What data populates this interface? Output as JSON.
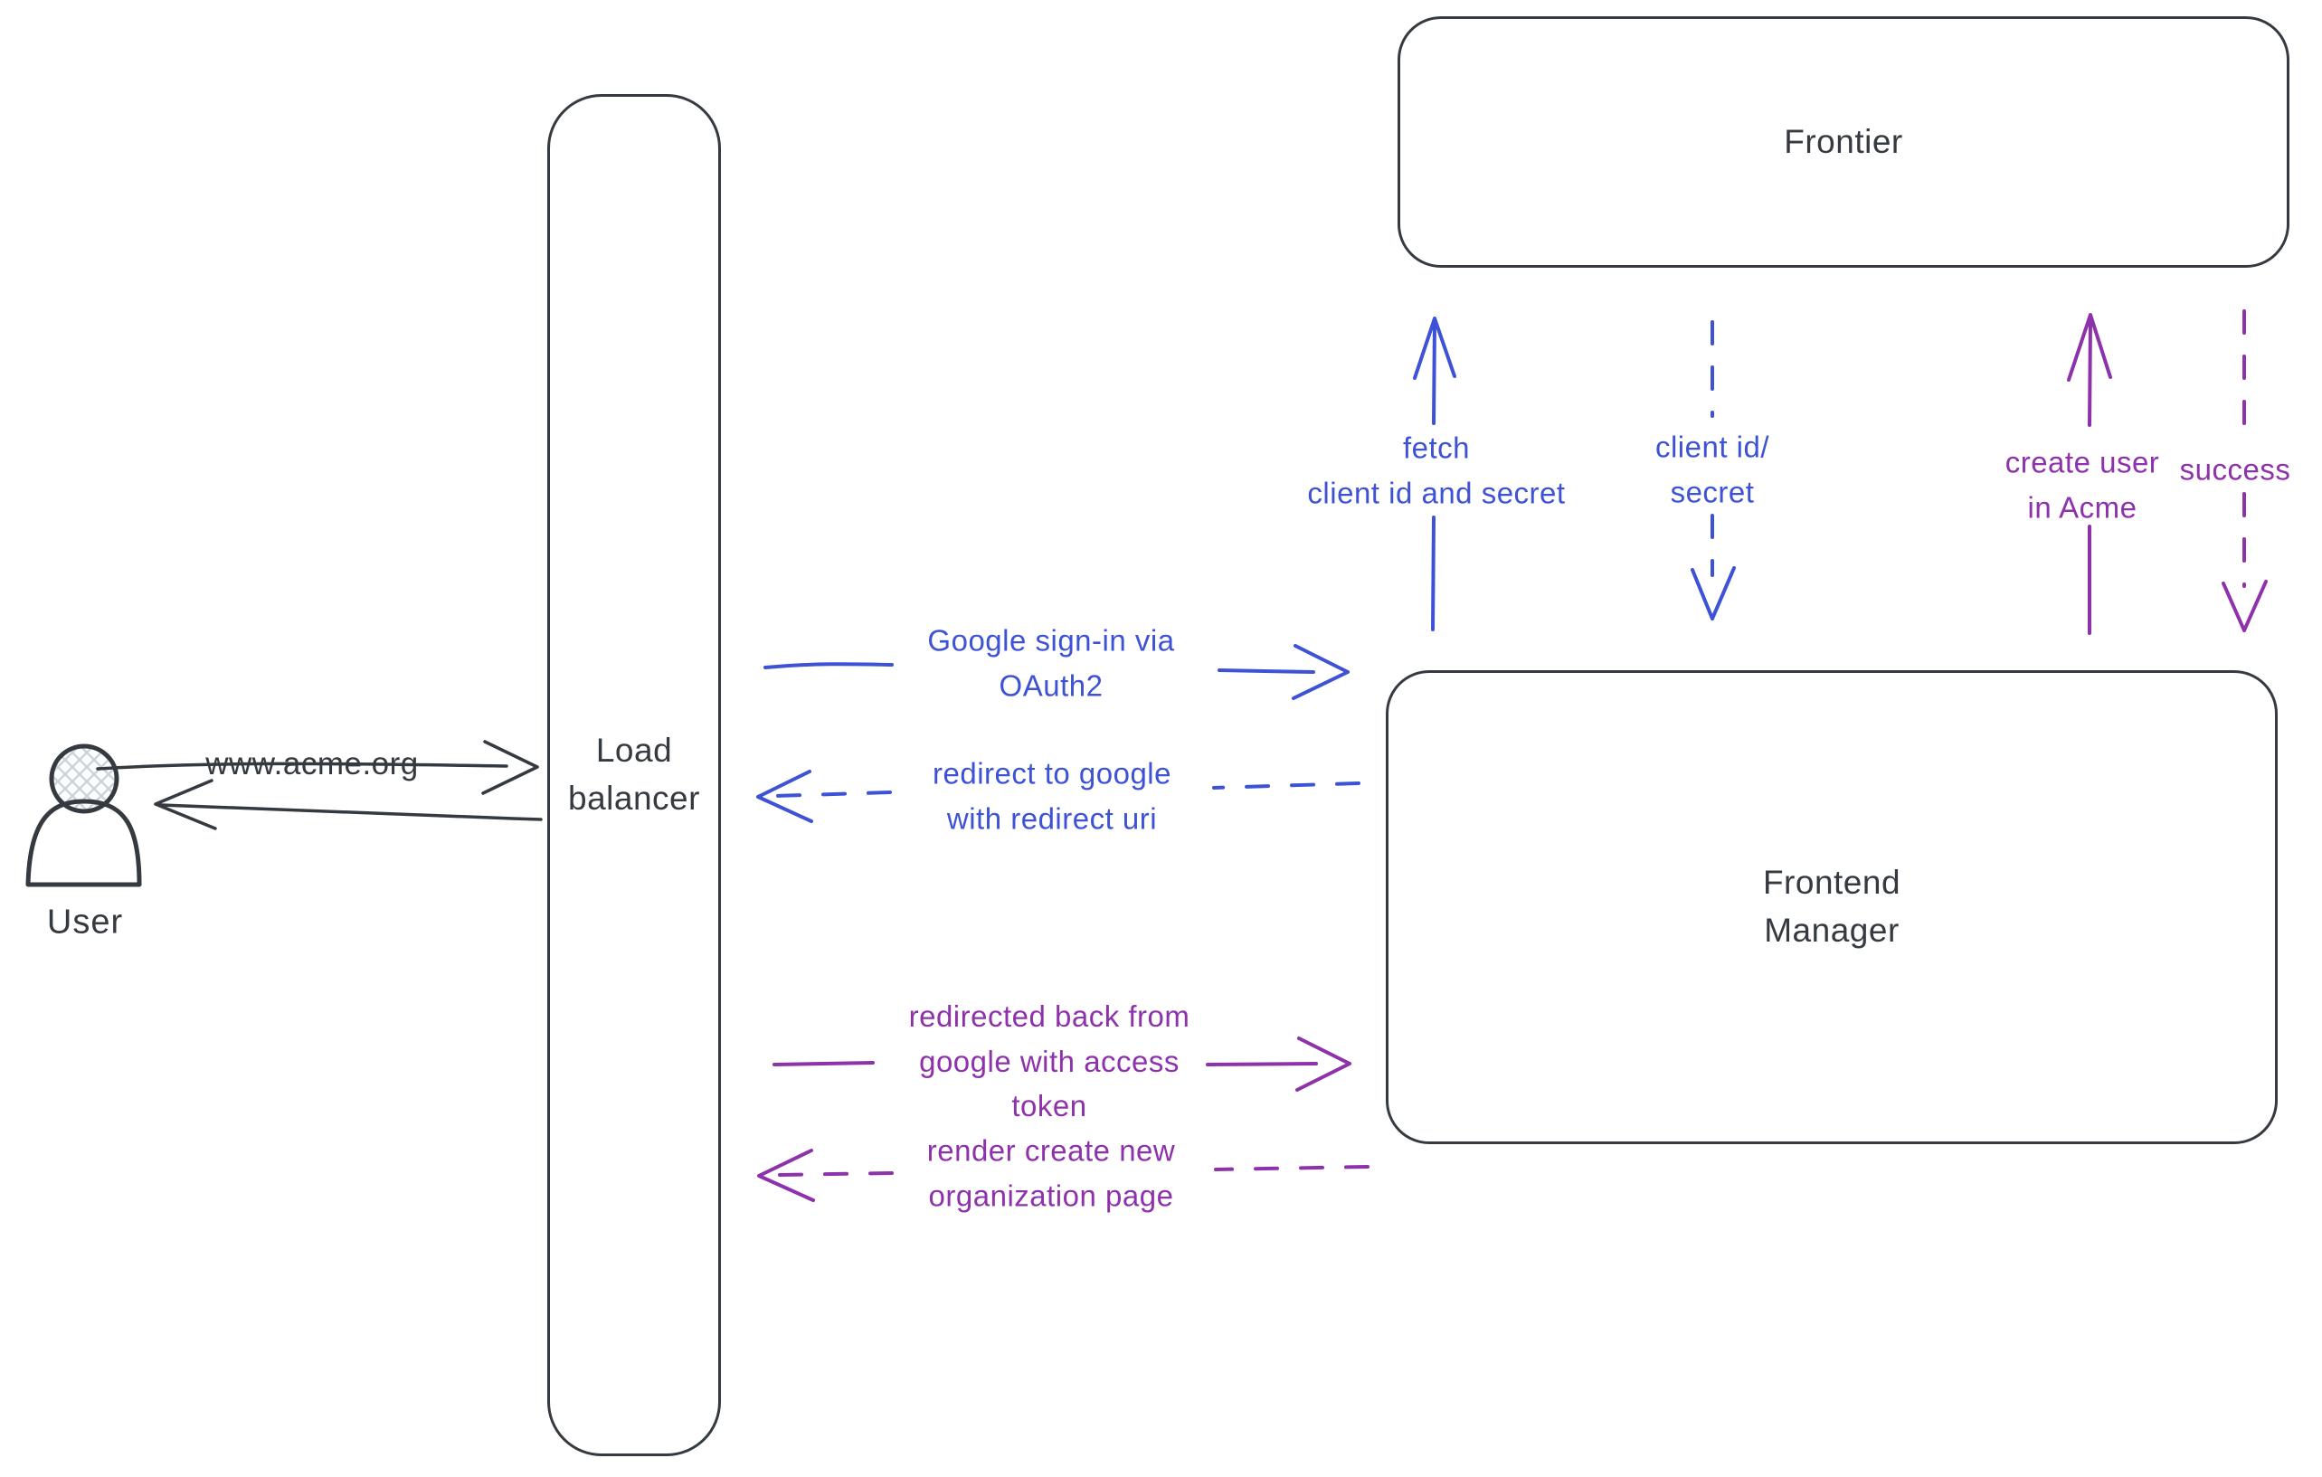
{
  "diagram": {
    "background": "#ffffff",
    "colors": {
      "stroke": "#343a40",
      "blue": "#3d52d5",
      "purple": "#8e32ab"
    },
    "nodes": {
      "user": {
        "label": "User",
        "type": "actor"
      },
      "load_balancer": {
        "label": "Load balancer",
        "type": "box"
      },
      "frontier": {
        "label": "Frontier",
        "type": "box"
      },
      "frontend_manager": {
        "label": "Frontend Manager",
        "type": "box"
      }
    },
    "edges": {
      "www_acme": {
        "label": "www.acme.org",
        "from": "User",
        "to": "Load balancer",
        "line": "solid",
        "color": "#343a40"
      },
      "return_to_user": {
        "label": "",
        "from": "Load balancer",
        "to": "User",
        "line": "solid",
        "color": "#343a40"
      },
      "google_signin": {
        "label": "Google sign-in via\nOAuth2",
        "from": "Load balancer",
        "to": "Frontend Manager",
        "line": "solid",
        "color": "#3d52d5"
      },
      "redirect_google": {
        "label": "redirect to google\nwith redirect uri",
        "from": "Frontend Manager",
        "to": "Load balancer",
        "line": "dashed",
        "color": "#3d52d5"
      },
      "fetch_secret": {
        "label": "fetch\nclient id and secret",
        "from": "Frontend Manager",
        "to": "Frontier",
        "line": "solid",
        "color": "#3d52d5"
      },
      "client_id_secret": {
        "label": "client id/\nsecret",
        "from": "Frontier",
        "to": "Frontend Manager",
        "line": "dashed",
        "color": "#3d52d5"
      },
      "create_user": {
        "label": "create user\nin Acme",
        "from": "Frontend Manager",
        "to": "Frontier",
        "line": "solid",
        "color": "#8e32ab"
      },
      "success": {
        "label": "success",
        "from": "Frontier",
        "to": "Frontend Manager",
        "line": "dashed",
        "color": "#8e32ab"
      },
      "redirected_back": {
        "label": "redirected back from\ngoogle with access\ntoken",
        "from": "Load balancer",
        "to": "Frontend Manager",
        "line": "solid",
        "color": "#8e32ab"
      },
      "render_create": {
        "label": "render create new\norganization page",
        "from": "Frontend Manager",
        "to": "Load balancer",
        "line": "dashed",
        "color": "#8e32ab"
      }
    }
  }
}
